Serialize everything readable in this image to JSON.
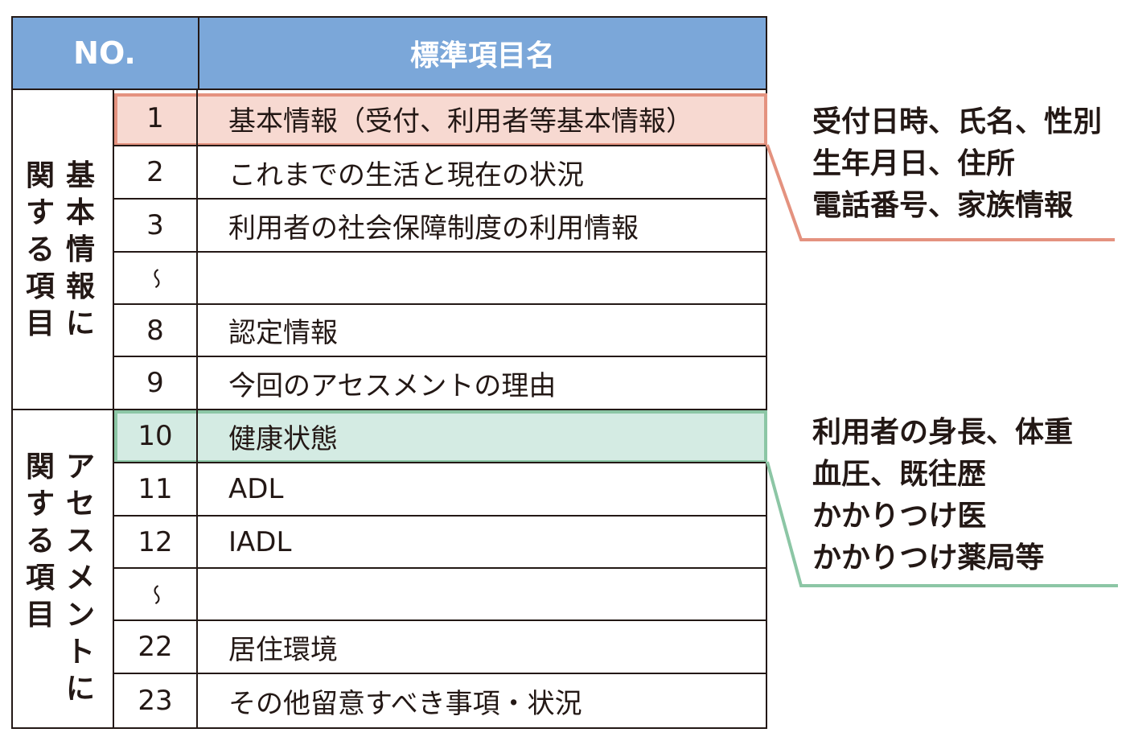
{
  "header": {
    "no": "NO.",
    "name": "標準項目名"
  },
  "groups": {
    "basic": {
      "col1": [
        "基",
        "本",
        "情",
        "報",
        "に"
      ],
      "col2": [
        "関",
        "す",
        "る",
        "項",
        "目"
      ]
    },
    "assessment": {
      "col1": [
        "ア",
        "セ",
        "ス",
        "メ",
        "ン",
        "ト",
        "に"
      ],
      "col2": [
        "関",
        "す",
        "る",
        "項",
        "目"
      ]
    }
  },
  "rows": [
    {
      "no": "1",
      "name": "基本情報（受付、利用者等基本情報）"
    },
    {
      "no": "2",
      "name": "これまでの生活と現在の状況"
    },
    {
      "no": "3",
      "name": "利用者の社会保障制度の利用情報"
    },
    {
      "no": "〜",
      "name": ""
    },
    {
      "no": "8",
      "name": "認定情報"
    },
    {
      "no": "9",
      "name": "今回のアセスメントの理由"
    },
    {
      "no": "10",
      "name": "健康状態"
    },
    {
      "no": "11",
      "name": "ADL"
    },
    {
      "no": "12",
      "name": "IADL"
    },
    {
      "no": "〜",
      "name": ""
    },
    {
      "no": "22",
      "name": "居住環境"
    },
    {
      "no": "23",
      "name": "その他留意すべき事項・状況"
    }
  ],
  "notes": {
    "basic": [
      "受付日時、氏名、性別",
      "生年月日、住所",
      "電話番号、家族情報"
    ],
    "health": [
      "利用者の身長、体重",
      "血圧、既往歴",
      "かかりつけ医",
      "かかりつけ薬局等"
    ]
  },
  "colors": {
    "header": "#7ba7d9",
    "highlight_basic_fill": "#f7d9d1",
    "highlight_basic_border": "#e4927f",
    "highlight_health_fill": "#d4ebe3",
    "highlight_health_border": "#8cc6a5"
  }
}
